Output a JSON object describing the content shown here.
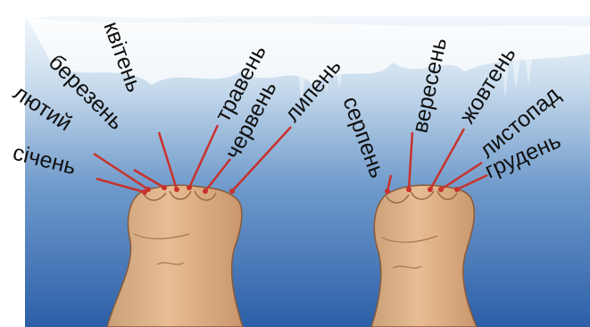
{
  "months": [
    {
      "id": "sichen",
      "label": "січень"
    },
    {
      "id": "lyutyi",
      "label": "лютий"
    },
    {
      "id": "berezen",
      "label": "березень"
    },
    {
      "id": "kviten",
      "label": "квітень"
    },
    {
      "id": "traven",
      "label": "травень"
    },
    {
      "id": "cherven",
      "label": "червень"
    },
    {
      "id": "lypen",
      "label": "липень"
    },
    {
      "id": "serpen",
      "label": "серпень"
    },
    {
      "id": "veresen",
      "label": "вересень"
    },
    {
      "id": "zhovten",
      "label": "жовтень"
    },
    {
      "id": "lystopad",
      "label": "листопад"
    },
    {
      "id": "hruden",
      "label": "грудень"
    }
  ],
  "colors": {
    "sky_top": "#e6f0f8",
    "sky_bottom": "#2f64ae",
    "pointer": "#c8322c",
    "knuckle_dot": "#c8322c",
    "skin": "#e2b48a",
    "skin_shadow": "#b9845c"
  }
}
